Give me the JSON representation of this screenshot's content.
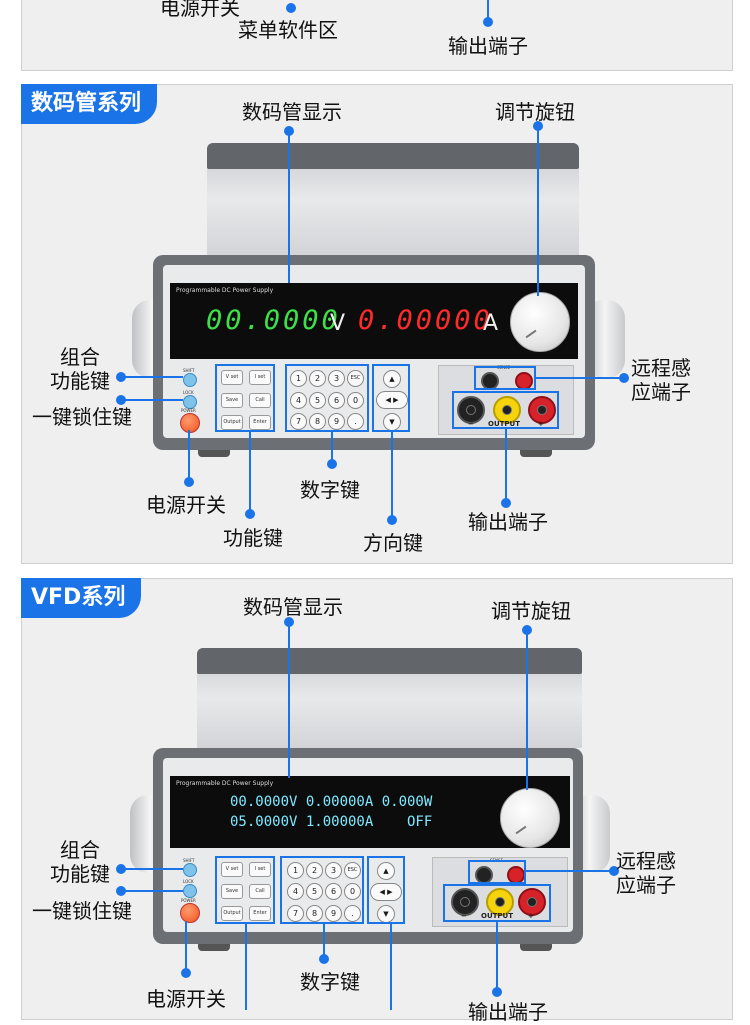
{
  "top_strip": {
    "label_power": "电源开关",
    "label_menu": "菜单软件区",
    "label_output": "输出端子"
  },
  "section_digital": {
    "tag": "数码管系列",
    "device_brand_text": "Programmable DC Power Supply",
    "voltage_reading": "00.0000",
    "voltage_unit": "V",
    "current_reading": "0.00000",
    "current_unit": "A",
    "labels": {
      "display": "数码管显示",
      "knob": "调节旋钮",
      "combo_line1": "组合",
      "combo_line2": "功能键",
      "lock": "一键锁住键",
      "power": "电源开关",
      "function_keys": "功能键",
      "number_keys": "数字键",
      "direction_keys": "方向键",
      "output": "输出端子",
      "sense_line1": "远程感",
      "sense_line2": "应端子"
    }
  },
  "section_vfd": {
    "tag": "VFD系列",
    "device_brand_text": "Programmable DC Power Supply",
    "vfd_line1": "00.0000V 0.00000A 0.000W",
    "vfd_line2": "05.0000V 1.00000A    OFF",
    "labels": {
      "display": "数码管显示",
      "knob": "调节旋钮",
      "combo_line1": "组合",
      "combo_line2": "功能键",
      "lock": "一键锁住键",
      "power": "电源开关",
      "number_keys": "数字键",
      "output": "输出端子",
      "sense_line1": "远程感",
      "sense_line2": "应端子"
    }
  },
  "panel_keys": {
    "function": [
      "V set",
      "I set",
      "Save",
      "Call",
      "Output",
      "Enter"
    ],
    "numbers": [
      "1",
      "2",
      "3",
      "ESC",
      "4",
      "5",
      "6",
      "0",
      "7",
      "8",
      "9",
      "."
    ],
    "indicator_labels": [
      "SHIFT",
      "LOCK",
      "POWER"
    ],
    "sense_label": "SENSE",
    "output_label": "OUTPUT",
    "minus": "−",
    "plus": "+"
  },
  "colors": {
    "accent": "#1b73e8",
    "segment_green": "#3ee04a",
    "segment_red": "#ff2a2a",
    "vfd_cyan": "#7fe9ff"
  }
}
